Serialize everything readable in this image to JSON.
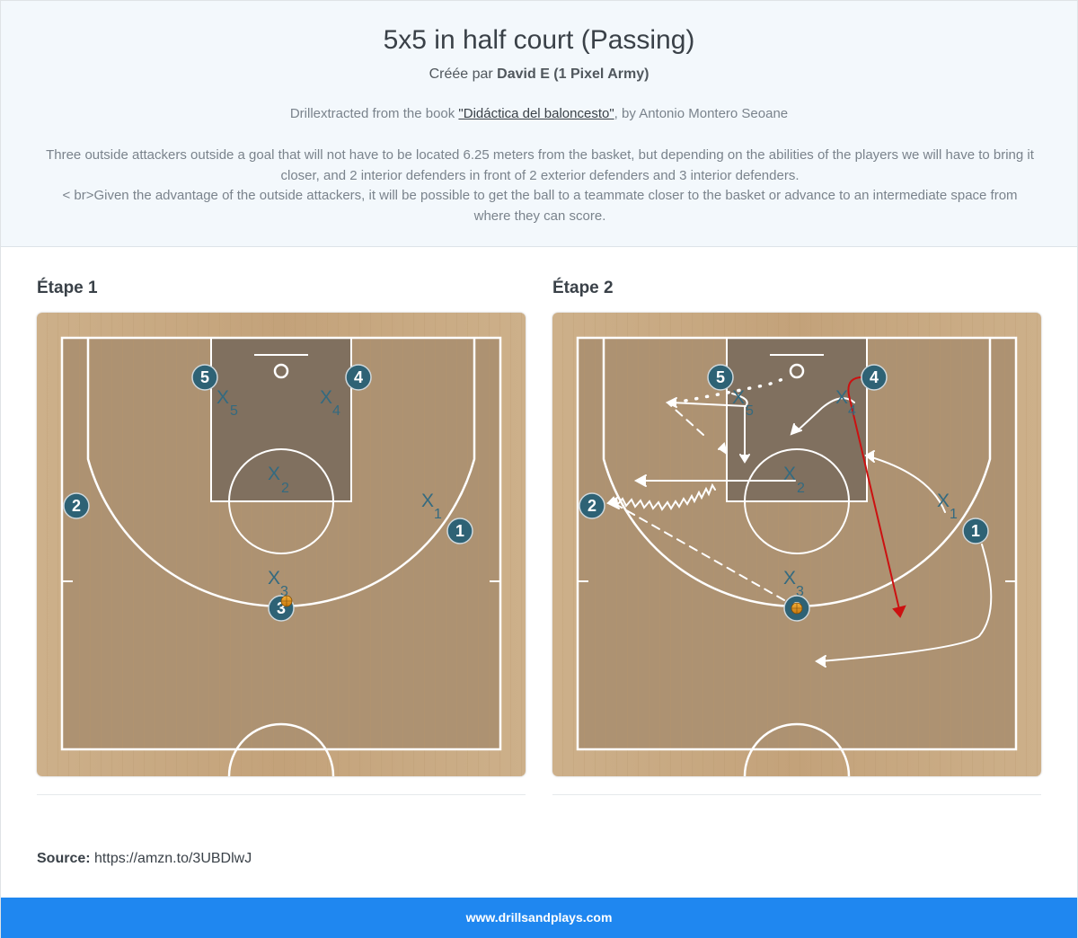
{
  "header": {
    "title": "5x5 in half court (Passing)",
    "created_by_prefix": "Créée par",
    "author": "David E (1 Pixel Army)",
    "extract_prefix": "Drillextracted from the book ",
    "book_title": "\"Didáctica del baloncesto\"",
    "extract_suffix": ", by Antonio Montero Seoane",
    "description_line1": "Three outside attackers outside a goal that will not have to be located 6.25 meters from the basket, but depending on the abilities of the players we will have to bring it closer, and 2 interior defenders in front of 2 exterior defenders and 3 interior defenders.",
    "description_line2": "< br>Given the advantage of the outside attackers, it will be possible to get the ball to a teammate closer to the basket or advance to an intermediate space from where they can score."
  },
  "steps": [
    {
      "label": "Étape 1",
      "attackers": [
        "1",
        "2",
        "3",
        "4",
        "5"
      ],
      "defenders": [
        "1",
        "2",
        "3",
        "4",
        "5"
      ]
    },
    {
      "label": "Étape 2",
      "attackers": [
        "1",
        "2",
        "3",
        "4",
        "5"
      ],
      "defenders": [
        "1",
        "2",
        "3",
        "4",
        "5"
      ]
    }
  ],
  "defender_mark": "X",
  "source": {
    "label": "Source:",
    "url": "https://amzn.to/3UBDlwJ"
  },
  "footer": {
    "site": "www.drillsandplays.com"
  },
  "colors": {
    "header_bg": "#f3f8fc",
    "player_fill": "#2e6275",
    "defender": "#336a80",
    "court_wood": "#c9ab82",
    "paint": "#80705f",
    "footer_bg": "#1f87f0",
    "cut_red": "#cc1111"
  },
  "icons": {
    "ball": "basketball-icon"
  }
}
